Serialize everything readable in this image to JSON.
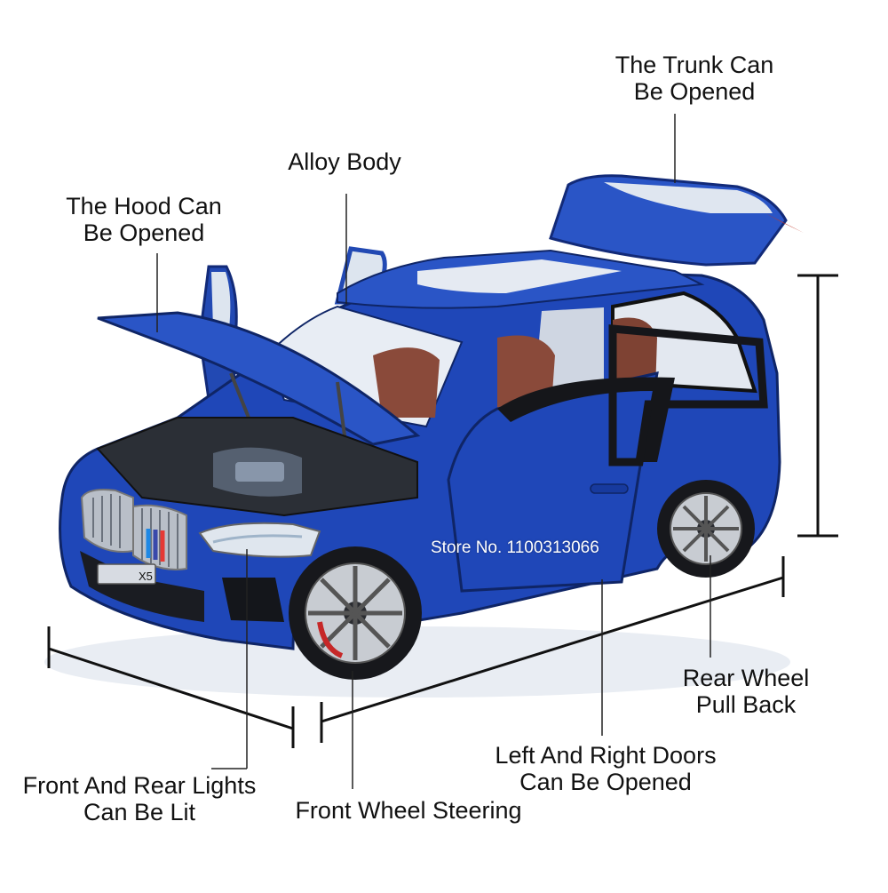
{
  "colors": {
    "body": "#1f47b8",
    "body_dark": "#122a78",
    "body_light": "#4a72d8",
    "interior": "#8a4a3a",
    "leader": "#222222"
  },
  "labels": {
    "trunk": [
      "The Trunk Can",
      "Be Opened"
    ],
    "alloy": "Alloy Body",
    "hood": [
      "The Hood Can",
      "Be Opened"
    ],
    "rear_wheel": [
      "Rear Wheel",
      "Pull Back"
    ],
    "doors": [
      "Left And Right Doors",
      "Can Be Opened"
    ],
    "lights": [
      "Front And Rear Lights",
      "Can Be Lit"
    ],
    "front_wheel": "Front Wheel Steering"
  },
  "watermark": "Store No. 1100313066",
  "badge": "X5"
}
